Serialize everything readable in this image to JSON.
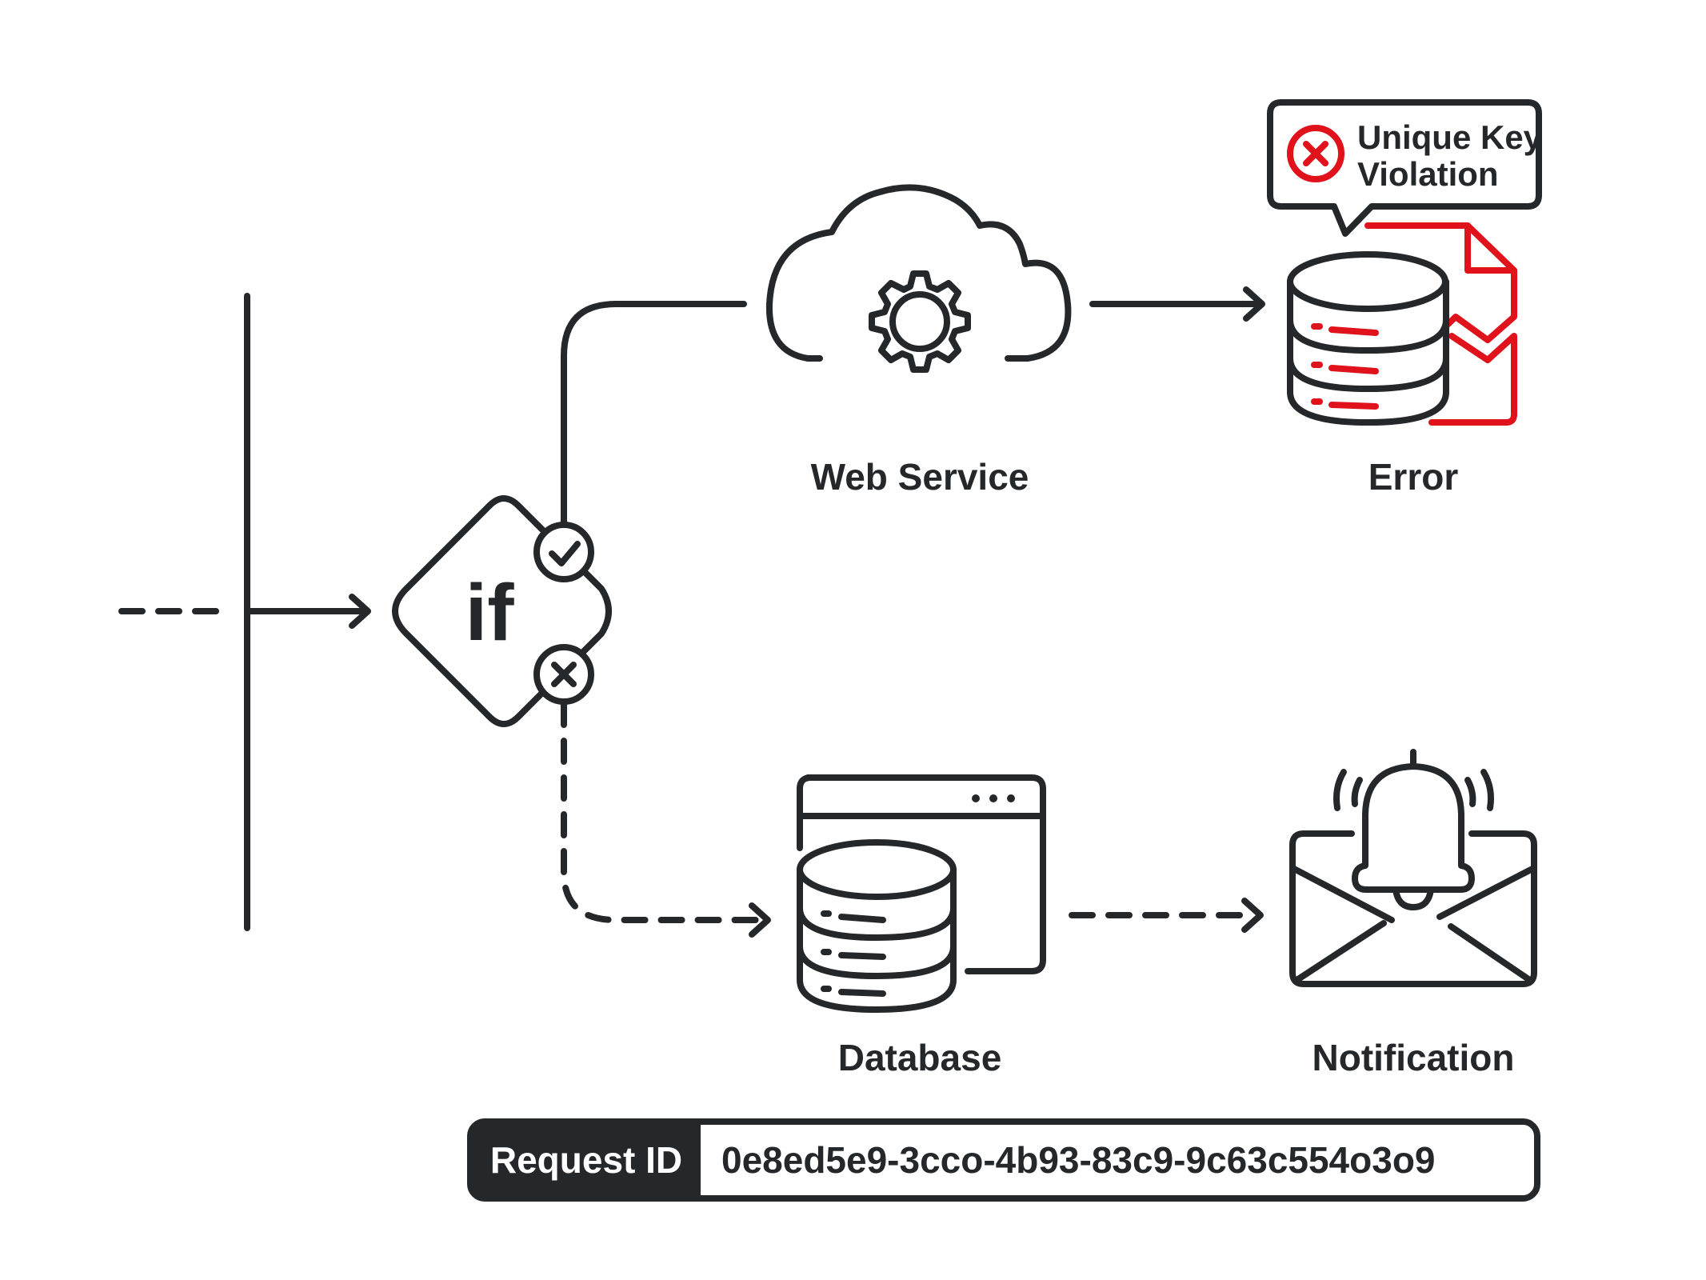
{
  "decision": {
    "label": "if",
    "true_badge_icon": "check-icon",
    "false_badge_icon": "x-icon"
  },
  "nodes": {
    "web_service": {
      "label": "Web Service",
      "icon": "cloud-gear-icon"
    },
    "error": {
      "label": "Error",
      "icon": "database-error-icon"
    },
    "database": {
      "label": "Database",
      "icon": "database-window-icon"
    },
    "notification": {
      "label": "Notification",
      "icon": "envelope-bell-icon"
    }
  },
  "error_callout": {
    "line1": "Unique Key",
    "line2": "Violation",
    "icon": "x-circle-icon"
  },
  "request": {
    "label": "Request ID",
    "value": "0e8ed5e9-3cco-4b93-83c9-9c63c554o3o9"
  },
  "colors": {
    "ink": "#25282b",
    "error": "#e0121b",
    "background": "#ffffff"
  }
}
